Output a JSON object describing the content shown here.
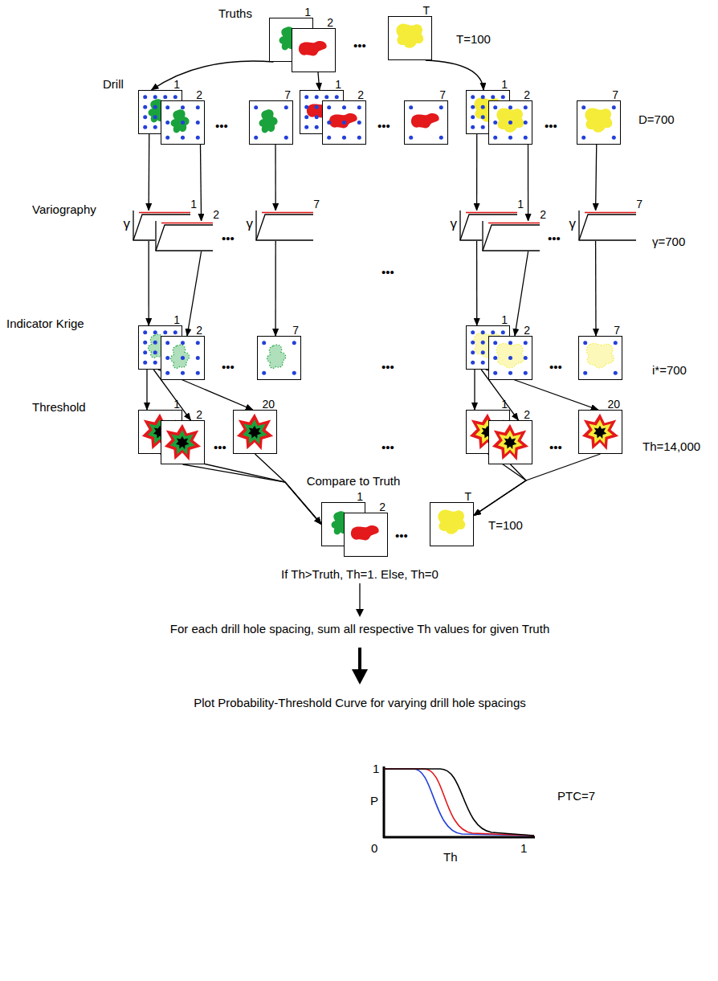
{
  "diagram": {
    "nodes": [
      {
        "text": [
          "1"
        ]
      },
      {
        "text": [
          "2"
        ]
      },
      {
        "text": [
          "T"
        ]
      },
      {
        "text": [
          "1"
        ]
      },
      {
        "text": [
          "2"
        ]
      },
      {
        "text": [
          "7"
        ]
      },
      {
        "text": [
          "1"
        ]
      },
      {
        "text": [
          "2"
        ]
      },
      {
        "text": [
          "7"
        ]
      },
      {
        "text": [
          "1"
        ]
      },
      {
        "text": [
          "2"
        ]
      },
      {
        "text": [
          "7"
        ]
      },
      {
        "text": [
          "γ",
          "1"
        ]
      },
      {
        "text": [
          "2"
        ]
      },
      {
        "text": [
          "γ",
          "7"
        ]
      },
      {
        "text": [
          "γ",
          "1"
        ]
      },
      {
        "text": [
          "2"
        ]
      },
      {
        "text": [
          "γ",
          "7"
        ]
      },
      {
        "text": [
          "1"
        ]
      },
      {
        "text": [
          "2"
        ]
      },
      {
        "text": [
          "7"
        ]
      },
      {
        "text": [
          "1"
        ]
      },
      {
        "text": [
          "2"
        ]
      },
      {
        "text": [
          "7"
        ]
      },
      {
        "text": [
          "1"
        ]
      },
      {
        "text": [
          "2"
        ]
      },
      {
        "text": [
          "20"
        ]
      },
      {
        "text": [
          "1"
        ]
      },
      {
        "text": [
          "2"
        ]
      },
      {
        "text": [
          "20"
        ]
      },
      {
        "text": [
          "1"
        ]
      },
      {
        "text": [
          "2"
        ]
      },
      {
        "text": [
          "T"
        ]
      }
    ],
    "edges": [
      {
        "from": 0,
        "to": 3,
        "arrow": "to"
      },
      {
        "from": 1,
        "to": 6,
        "arrow": "to"
      },
      {
        "from": 2,
        "to": 9,
        "arrow": "to"
      },
      {
        "from": 3,
        "to": 12,
        "arrow": "to"
      },
      {
        "from": 4,
        "to": 13,
        "arrow": "to"
      },
      {
        "from": 5,
        "to": 14,
        "arrow": "to"
      },
      {
        "from": 9,
        "to": 15,
        "arrow": "to"
      },
      {
        "from": 10,
        "to": 16,
        "arrow": "to"
      },
      {
        "from": 11,
        "to": 17,
        "arrow": "to"
      },
      {
        "from": 12,
        "to": 18,
        "arrow": "to"
      },
      {
        "from": 13,
        "to": 19,
        "arrow": "to"
      },
      {
        "from": 14,
        "to": 20,
        "arrow": "to"
      },
      {
        "from": 15,
        "to": 21,
        "arrow": "to"
      },
      {
        "from": 16,
        "to": 22,
        "arrow": "to"
      },
      {
        "from": 17,
        "to": 23,
        "arrow": "to"
      },
      {
        "from": 18,
        "to": 24,
        "arrow": "to"
      },
      {
        "from": 18,
        "to": 25,
        "arrow": "to"
      },
      {
        "from": 18,
        "to": 26,
        "arrow": "to"
      },
      {
        "from": 21,
        "to": 27,
        "arrow": "to"
      },
      {
        "from": 21,
        "to": 28,
        "arrow": "to"
      },
      {
        "from": 21,
        "to": 29,
        "arrow": "to"
      },
      {
        "from": 24,
        "to": 30,
        "arrow": "to"
      },
      {
        "from": 25,
        "to": 30,
        "arrow": "to"
      },
      {
        "from": 26,
        "to": 30,
        "arrow": "to"
      },
      {
        "from": 27,
        "to": 32,
        "arrow": "to"
      },
      {
        "from": 28,
        "to": 32,
        "arrow": "to"
      },
      {
        "from": 29,
        "to": 32,
        "arrow": "to"
      }
    ],
    "labels": [
      "Truths",
      "•••",
      "T=100",
      "Drill",
      "•••",
      "•••",
      "•••",
      "D=700",
      "Variography",
      "•••",
      "•••",
      "•••",
      "γ=700",
      "Indicator Krige",
      "•••",
      "•••",
      "•••",
      "i*=700",
      "Threshold",
      "•••",
      "•••",
      "•••",
      "Th=14,000",
      "Compare to Truth",
      "•••",
      "T=100",
      "If Th>Truth, Th=1. Else, Th=0",
      "For each drill hole spacing, sum all respective Th values for given Truth",
      "Plot Probability-Threshold Curve for varying drill hole spacings",
      "P",
      "1",
      "0",
      "Th",
      "1",
      "PTC=7"
    ]
  }
}
